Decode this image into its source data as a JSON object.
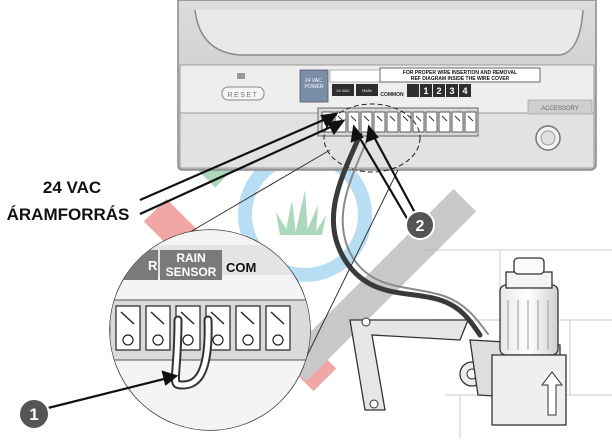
{
  "callout_main": {
    "line1": "24 VAC",
    "line2": "ÁRAMFORRÁS"
  },
  "markers": {
    "one": "1",
    "two": "2"
  },
  "controller": {
    "reset_label": "RESET",
    "power_tab": "24 VAC\nPOWER",
    "tab_a": "24 VAC\nPOWER",
    "tab_b": "RAIN\nSENSOR",
    "common_label": "COMMON",
    "zones": [
      "1",
      "2",
      "3",
      "4"
    ],
    "instruction_line1": "FOR PROPER WIRE INSERTION AND REMOVAL",
    "instruction_line2": "REF DIAGRAM INSIDE THE WIRE COVER",
    "accessory_label": "ACCESSORY"
  },
  "zoom": {
    "rain_sensor_line1": "RAIN",
    "rain_sensor_line2": "SENSOR",
    "common_partial": "COM",
    "edge_partial": "R"
  },
  "colors": {
    "green_band": "#8fcca4",
    "red_band": "#ee8a8a",
    "blue_ring": "#9fd3ef",
    "gray_band": "#b6b6b6",
    "marker_fill": "#555555"
  }
}
